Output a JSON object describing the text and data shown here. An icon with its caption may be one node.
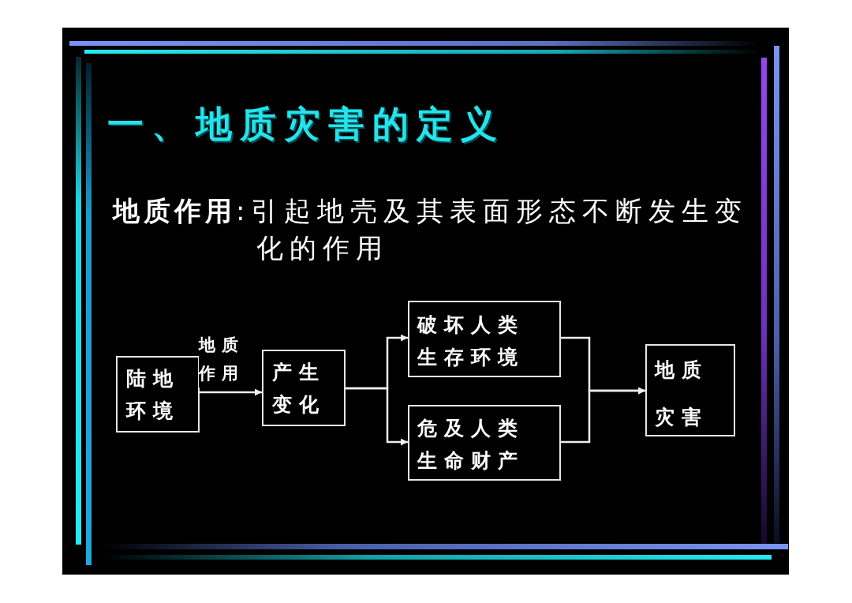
{
  "diagram": {
    "title": "一、地质灾害的定义",
    "nodes": [
      {
        "text": [
          "陆地环境"
        ]
      },
      {
        "text": [
          "产生变化"
        ]
      },
      {
        "text": [
          "破坏人类生存环境"
        ]
      },
      {
        "text": [
          "危及人类生命财产"
        ]
      },
      {
        "text": [
          "地质灾害"
        ]
      }
    ],
    "edges": [
      {
        "from": 0,
        "to": 1,
        "arrow": "to",
        "label": "地质作用"
      },
      {
        "from": 1,
        "to": 2,
        "arrow": "to"
      },
      {
        "from": 1,
        "to": 3,
        "arrow": "to"
      },
      {
        "from": 2,
        "to": 4,
        "arrow": "to"
      },
      {
        "from": 3,
        "to": 4,
        "arrow": "to"
      }
    ],
    "labels": [
      "**地质作用**:引起地壳及其表面形态不断发生变化的作用"
    ]
  }
}
